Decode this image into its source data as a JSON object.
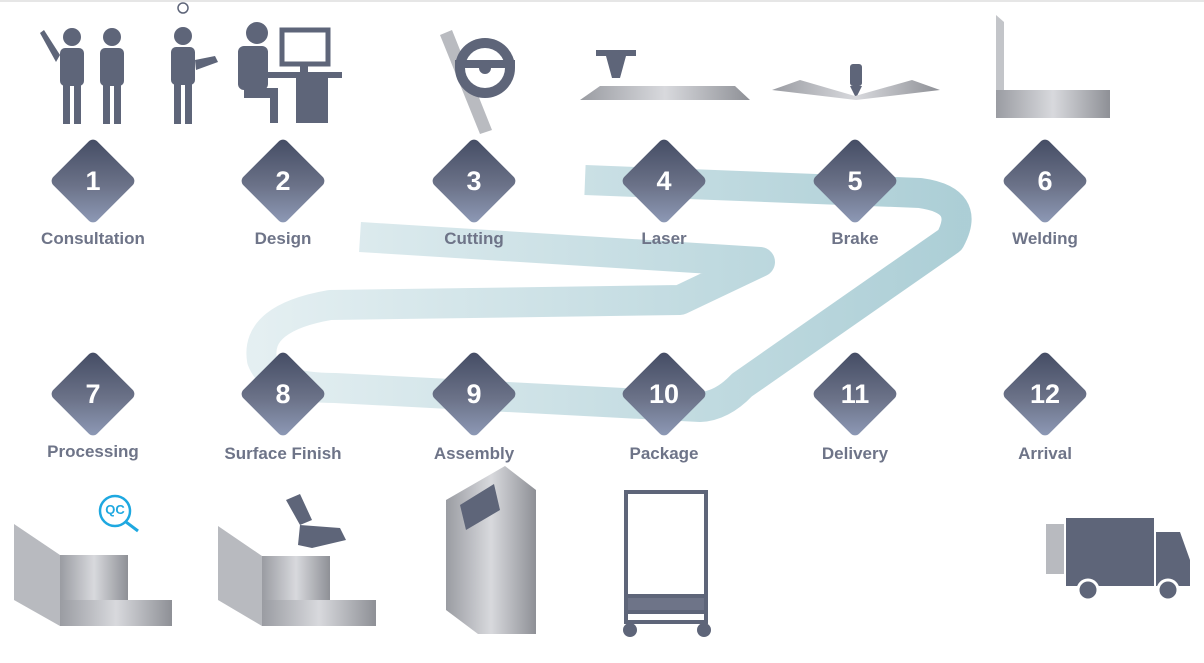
{
  "title": "Manufacturing process flow",
  "steps": [
    {
      "number": "1",
      "label": "Consultation"
    },
    {
      "number": "2",
      "label": "Design"
    },
    {
      "number": "3",
      "label": "Cutting"
    },
    {
      "number": "4",
      "label": "Laser"
    },
    {
      "number": "5",
      "label": "Brake"
    },
    {
      "number": "6",
      "label": "Welding"
    },
    {
      "number": "7",
      "label": "Processing"
    },
    {
      "number": "8",
      "label": "Surface Finish"
    },
    {
      "number": "9",
      "label": "Assembly"
    },
    {
      "number": "10",
      "label": "Package"
    },
    {
      "number": "11",
      "label": "Delivery"
    },
    {
      "number": "12",
      "label": "Arrival"
    }
  ],
  "qc_badge": "QC",
  "colors": {
    "diamond": "#5d657d",
    "label": "#6e7488",
    "ribbon": "#a9cdd5",
    "qc": "#1ea8e0",
    "icon": "#5e6579"
  }
}
